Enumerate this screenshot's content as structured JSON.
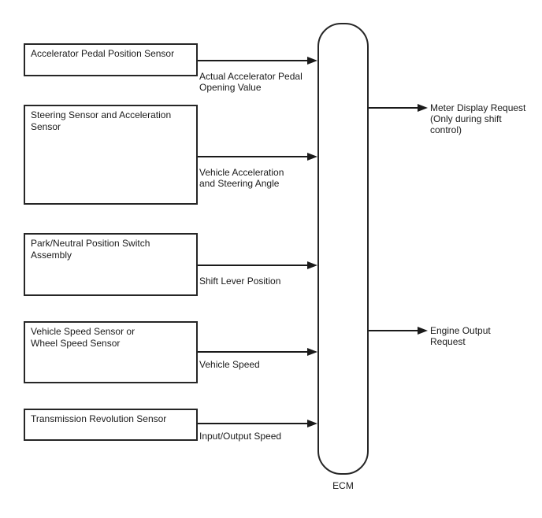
{
  "diagram": {
    "ecm_label": "ECM",
    "inputs": [
      {
        "source": "Accelerator Pedal Position Sensor",
        "signal": "Actual Accelerator Pedal\nOpening Value"
      },
      {
        "source": "Steering Sensor and Acceleration\nSensor",
        "signal": "Vehicle Acceleration\nand Steering Angle"
      },
      {
        "source": "Park/Neutral Position Switch\nAssembly",
        "signal": "Shift Lever Position"
      },
      {
        "source": "Vehicle Speed Sensor or\nWheel Speed Sensor",
        "signal": "Vehicle Speed"
      },
      {
        "source": "Transmission Revolution Sensor",
        "signal": "Input/Output Speed"
      }
    ],
    "outputs": [
      {
        "signal": "Meter Display Request\n(Only during shift\ncontrol)"
      },
      {
        "signal": "Engine Output\nRequest"
      }
    ],
    "colors": {
      "line": "#1a1a1a",
      "border": "#262626",
      "background": "#ffffff"
    }
  }
}
